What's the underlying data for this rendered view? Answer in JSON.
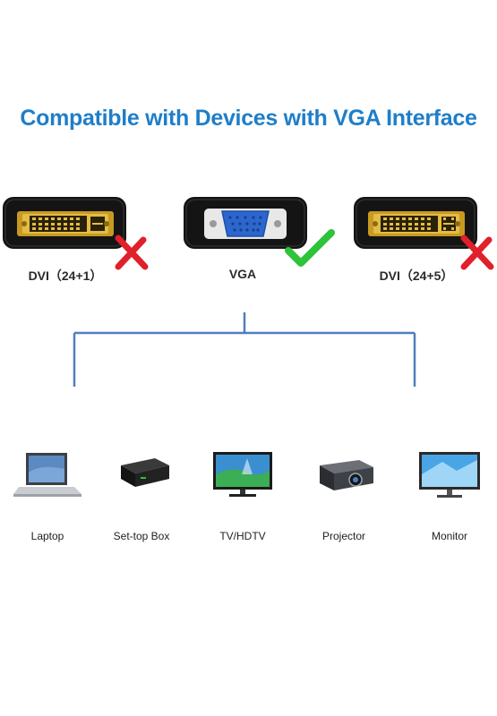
{
  "title": "Compatible with Devices with VGA Interface",
  "colors": {
    "title": "#1f7ec8",
    "tree_line": "#4f7fbd",
    "check": "#2ec33a",
    "cross": "#e0202a",
    "gold": "#d4a628",
    "vga_blue": "#2c67cf"
  },
  "connectors": [
    {
      "label": "DVI（24+1）",
      "status": "incompatible",
      "icon": "dvi-24-1-connector-icon"
    },
    {
      "label": "VGA",
      "status": "compatible",
      "icon": "vga-connector-icon"
    },
    {
      "label": "DVI（24+5）",
      "status": "incompatible",
      "icon": "dvi-24-5-connector-icon"
    }
  ],
  "devices": [
    {
      "label": "Laptop",
      "icon": "laptop-icon"
    },
    {
      "label": "Set-top Box",
      "icon": "set-top-box-icon"
    },
    {
      "label": "TV/HDTV",
      "icon": "tv-icon"
    },
    {
      "label": "Projector",
      "icon": "projector-icon"
    },
    {
      "label": "Monitor",
      "icon": "monitor-icon"
    }
  ]
}
